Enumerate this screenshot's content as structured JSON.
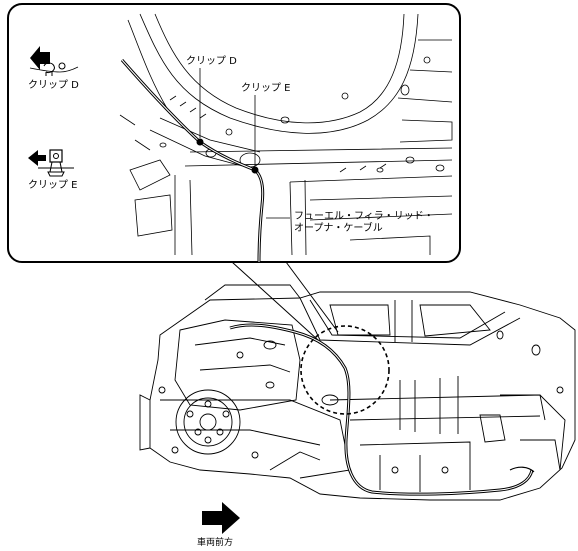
{
  "labels": {
    "clip_d_top": "クリップ D",
    "clip_e_top": "クリップ E",
    "clip_d_side": "クリップ D",
    "clip_e_side": "クリップ E",
    "cable_line1": "フューエル・フィラ・リッド・",
    "cable_line2": "オープナ・ケーブル",
    "vehicle_front": "車両前方"
  },
  "icons": {
    "clip_d": "clip-d-icon",
    "clip_e": "clip-e-icon",
    "direction_arrow": "arrow-right-icon"
  },
  "colors": {
    "line": "#000000",
    "background": "#ffffff"
  }
}
